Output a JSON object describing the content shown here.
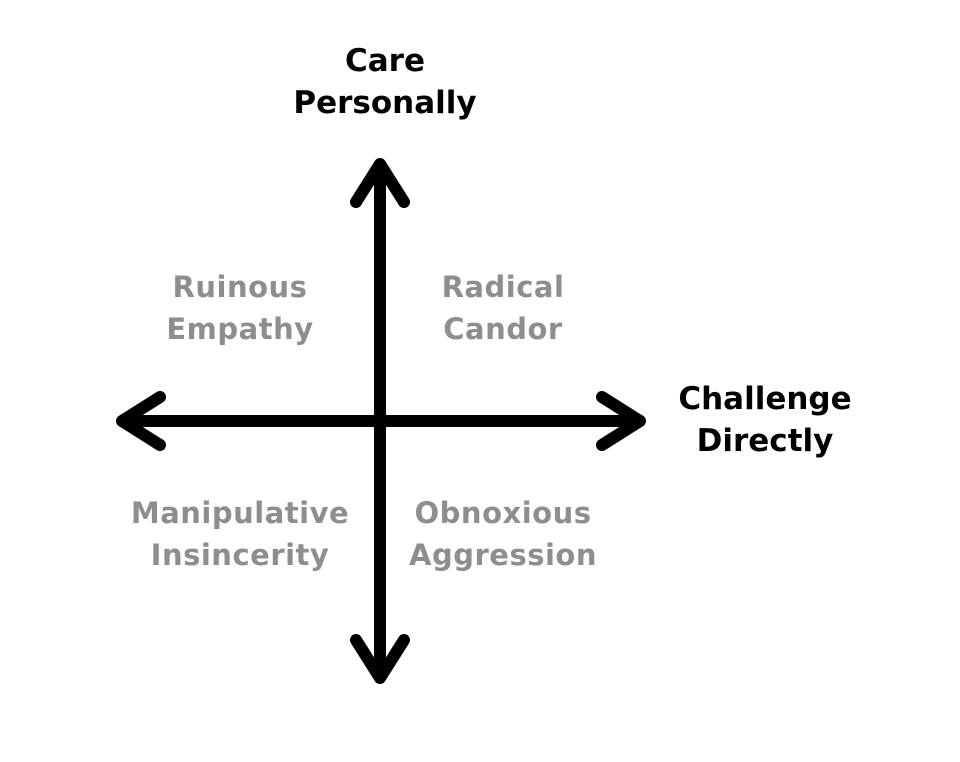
{
  "axes": {
    "vertical": {
      "label_line1": "Care",
      "label_line2": "Personally"
    },
    "horizontal": {
      "label_line1": "Challenge",
      "label_line2": "Directly"
    }
  },
  "quadrants": {
    "top_left": {
      "line1": "Ruinous",
      "line2": "Empathy"
    },
    "top_right": {
      "line1": "Radical",
      "line2": "Candor"
    },
    "bottom_left": {
      "line1": "Manipulative",
      "line2": "Insincerity"
    },
    "bottom_right": {
      "line1": "Obnoxious",
      "line2": "Aggression"
    }
  },
  "colors": {
    "axis": "#000000",
    "quadrant_text": "#8e8e8e"
  }
}
